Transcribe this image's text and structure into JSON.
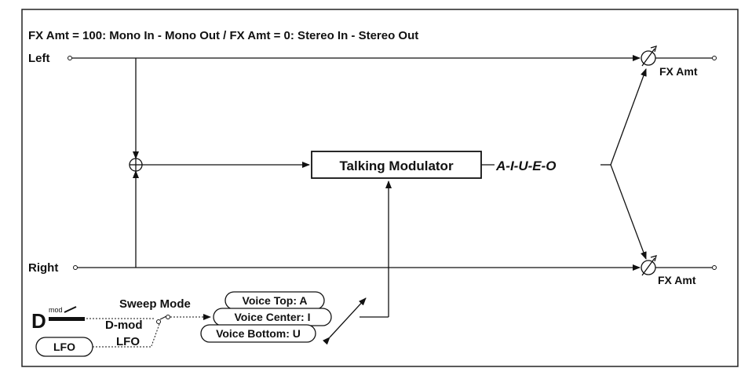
{
  "header": {
    "caption": "FX Amt = 100: Mono In - Mono Out  /  FX Amt = 0: Stereo In - Stereo Out"
  },
  "inputs": {
    "left": "Left",
    "right": "Right"
  },
  "outputs": {
    "top_label": "FX Amt",
    "bottom_label": "FX Amt"
  },
  "processor": {
    "label": "Talking Modulator",
    "vowels": "A-I-U-E-O"
  },
  "modulation": {
    "dmod_glyph": "D",
    "dmod_small": "mod",
    "sweep_mode": "Sweep Mode",
    "dmod_label": "D-mod",
    "lfo_label": "LFO",
    "lfo_button": "LFO"
  },
  "voices": {
    "top": "Voice Top: A",
    "center": "Voice Center: I",
    "bottom": "Voice Bottom: U"
  }
}
